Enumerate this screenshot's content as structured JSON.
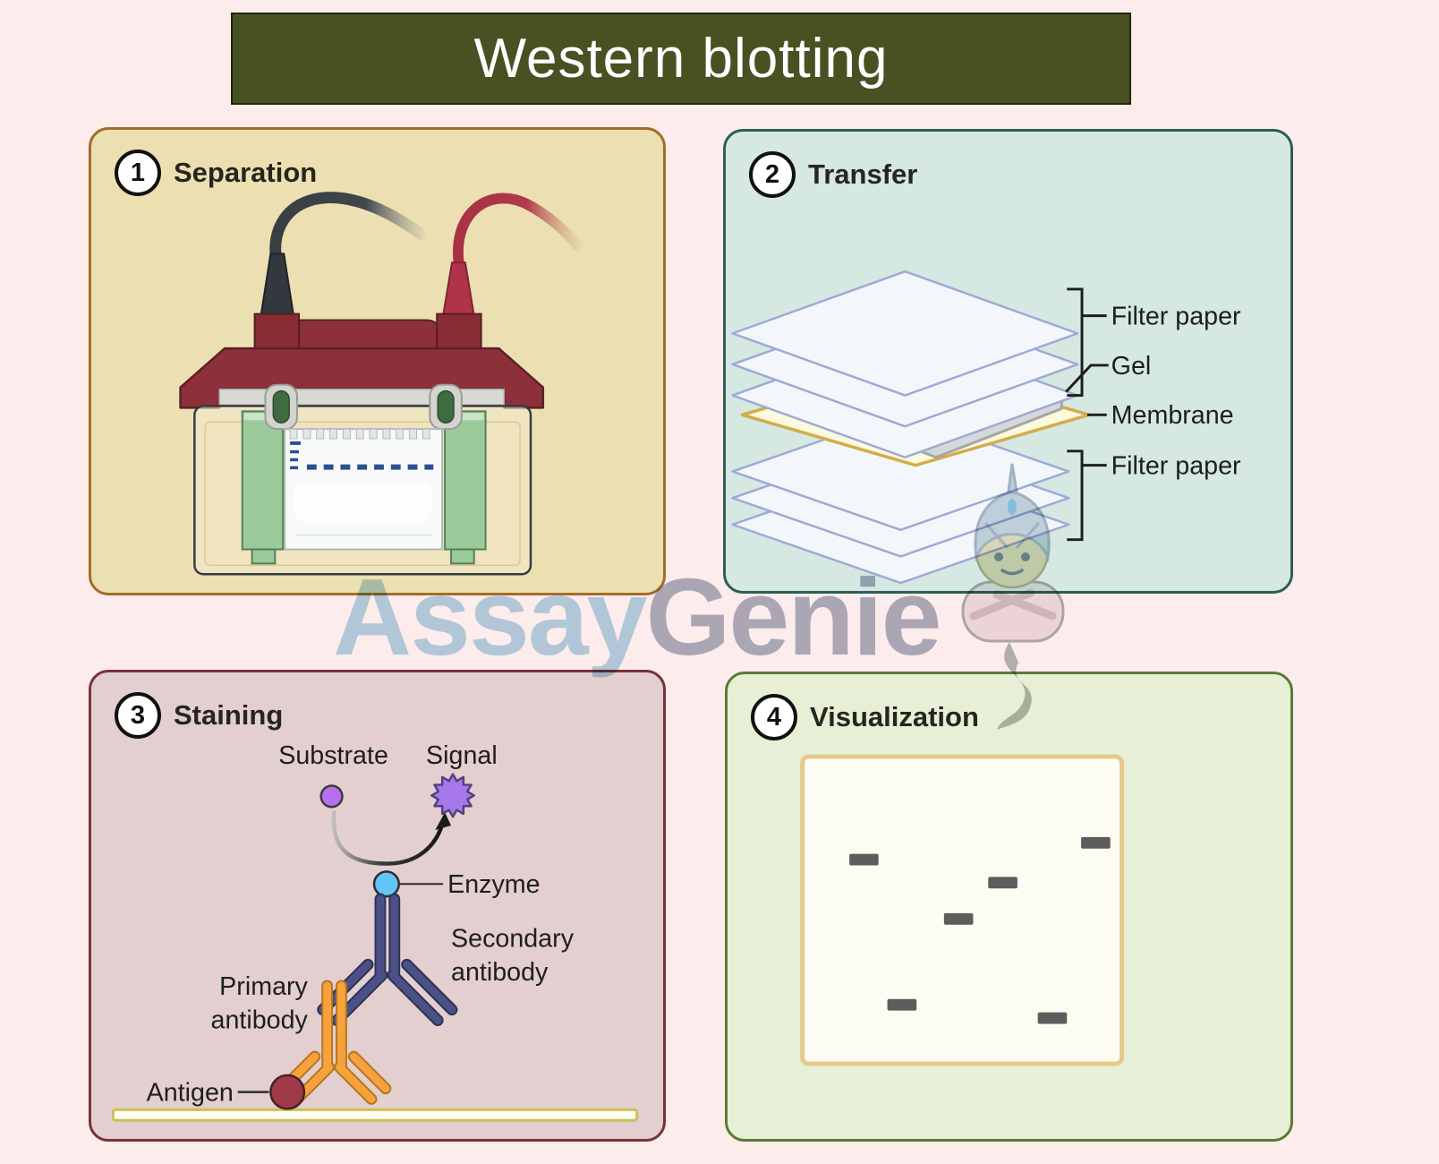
{
  "title": "Western blotting",
  "watermark": {
    "brand_part1": "Assay",
    "brand_part2": "Genie"
  },
  "panels": {
    "separation": {
      "number": "1",
      "title": "Separation"
    },
    "transfer": {
      "number": "2",
      "title": "Transfer",
      "labels": {
        "filter_paper_top": "Filter paper",
        "gel": "Gel",
        "membrane": "Membrane",
        "filter_paper_bottom": "Filter paper"
      }
    },
    "staining": {
      "number": "3",
      "title": "Staining",
      "labels": {
        "substrate": "Substrate",
        "signal": "Signal",
        "enzyme": "Enzyme",
        "secondary_antibody_lines": [
          "Secondary",
          "antibody"
        ],
        "primary_antibody_lines": [
          "Primary",
          "antibody"
        ],
        "antigen": "Antigen"
      }
    },
    "visualization": {
      "number": "4",
      "title": "Visualization"
    }
  },
  "colors": {
    "page_bg": "#fdecec",
    "banner_bg": "#475122",
    "panel_separation_bg": "#ecdfb1",
    "panel_separation_border": "#a26d28",
    "panel_transfer_bg": "#d5e8e2",
    "panel_transfer_border": "#2c5e55",
    "panel_staining_bg": "#e3ced0",
    "panel_staining_border": "#76333a",
    "panel_visualization_bg": "#e7f0d6",
    "panel_visualization_border": "#5b7a33",
    "watermark_assay": "#a6cfe4",
    "watermark_genie": "#9fa6b8",
    "protein_band": "#5d5d5d",
    "enzyme": "#60c6f3",
    "substrate_signal": "#a678ea",
    "secondary_antibody": "#4b5187",
    "primary_antibody": "#f7a23c",
    "antigen": "#a03a48",
    "gel_band_blue": "#2c4f92"
  }
}
